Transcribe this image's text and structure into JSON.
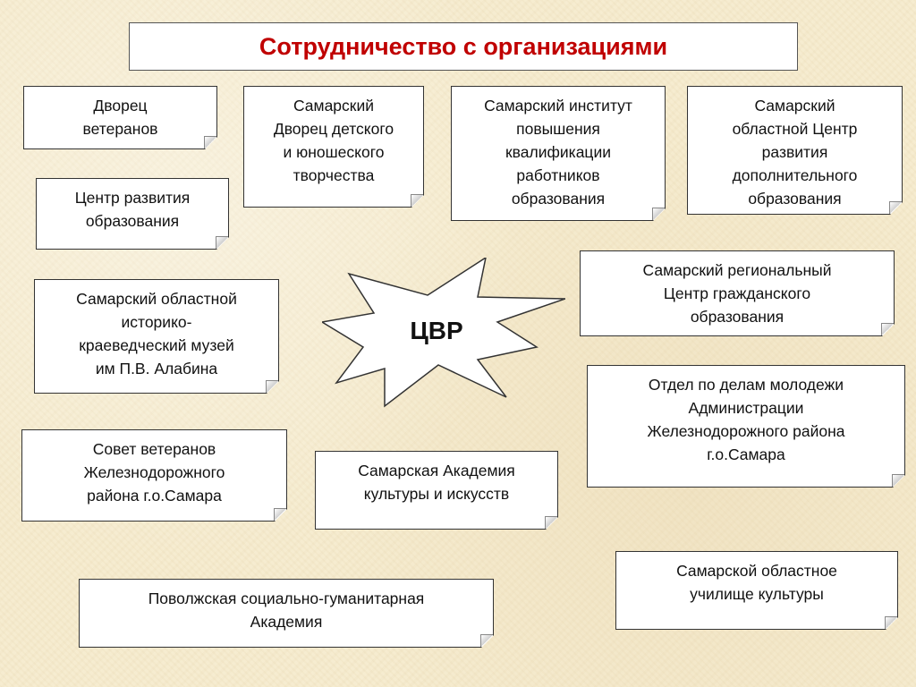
{
  "title": "Сотрудничество с организациями",
  "center": {
    "label": "ЦВР"
  },
  "organizations": [
    {
      "id": "dvorets-veteranov",
      "text": "Дворец\nветеранов"
    },
    {
      "id": "samara-youth-palace",
      "text": "Самарский\nДворец детского\nи юношеского\nтворчества"
    },
    {
      "id": "samara-institute",
      "text": "Самарский институт\nповышения\nквалификации\nработников\nобразования"
    },
    {
      "id": "regional-center-additional",
      "text": "Самарский\nобластной Центр\nразвития\nдополнительного\nобразования"
    },
    {
      "id": "education-center",
      "text": "Центр развития\nобразования"
    },
    {
      "id": "civic-education-center",
      "text": "Самарский региональный\nЦентр гражданского\nобразования"
    },
    {
      "id": "alabin-museum",
      "text": "Самарский областной\nисторико-\nкраеведческий музей\nим П.В. Алабина"
    },
    {
      "id": "youth-department",
      "text": "Отдел по делам молодежи\nАдминистрации\nЖелезнодорожного района\nг.о.Самара"
    },
    {
      "id": "veterans-council",
      "text": "Совет ветеранов\nЖелезнодорожного\nрайона г.о.Самара"
    },
    {
      "id": "academy-culture-arts",
      "text": "Самарская Академия\nкультуры и искусств"
    },
    {
      "id": "culture-college",
      "text": "Самарской областное\nучилище культуры"
    },
    {
      "id": "volga-academy",
      "text": "Поволжская социально-гуманитарная\nАкадемия"
    }
  ]
}
